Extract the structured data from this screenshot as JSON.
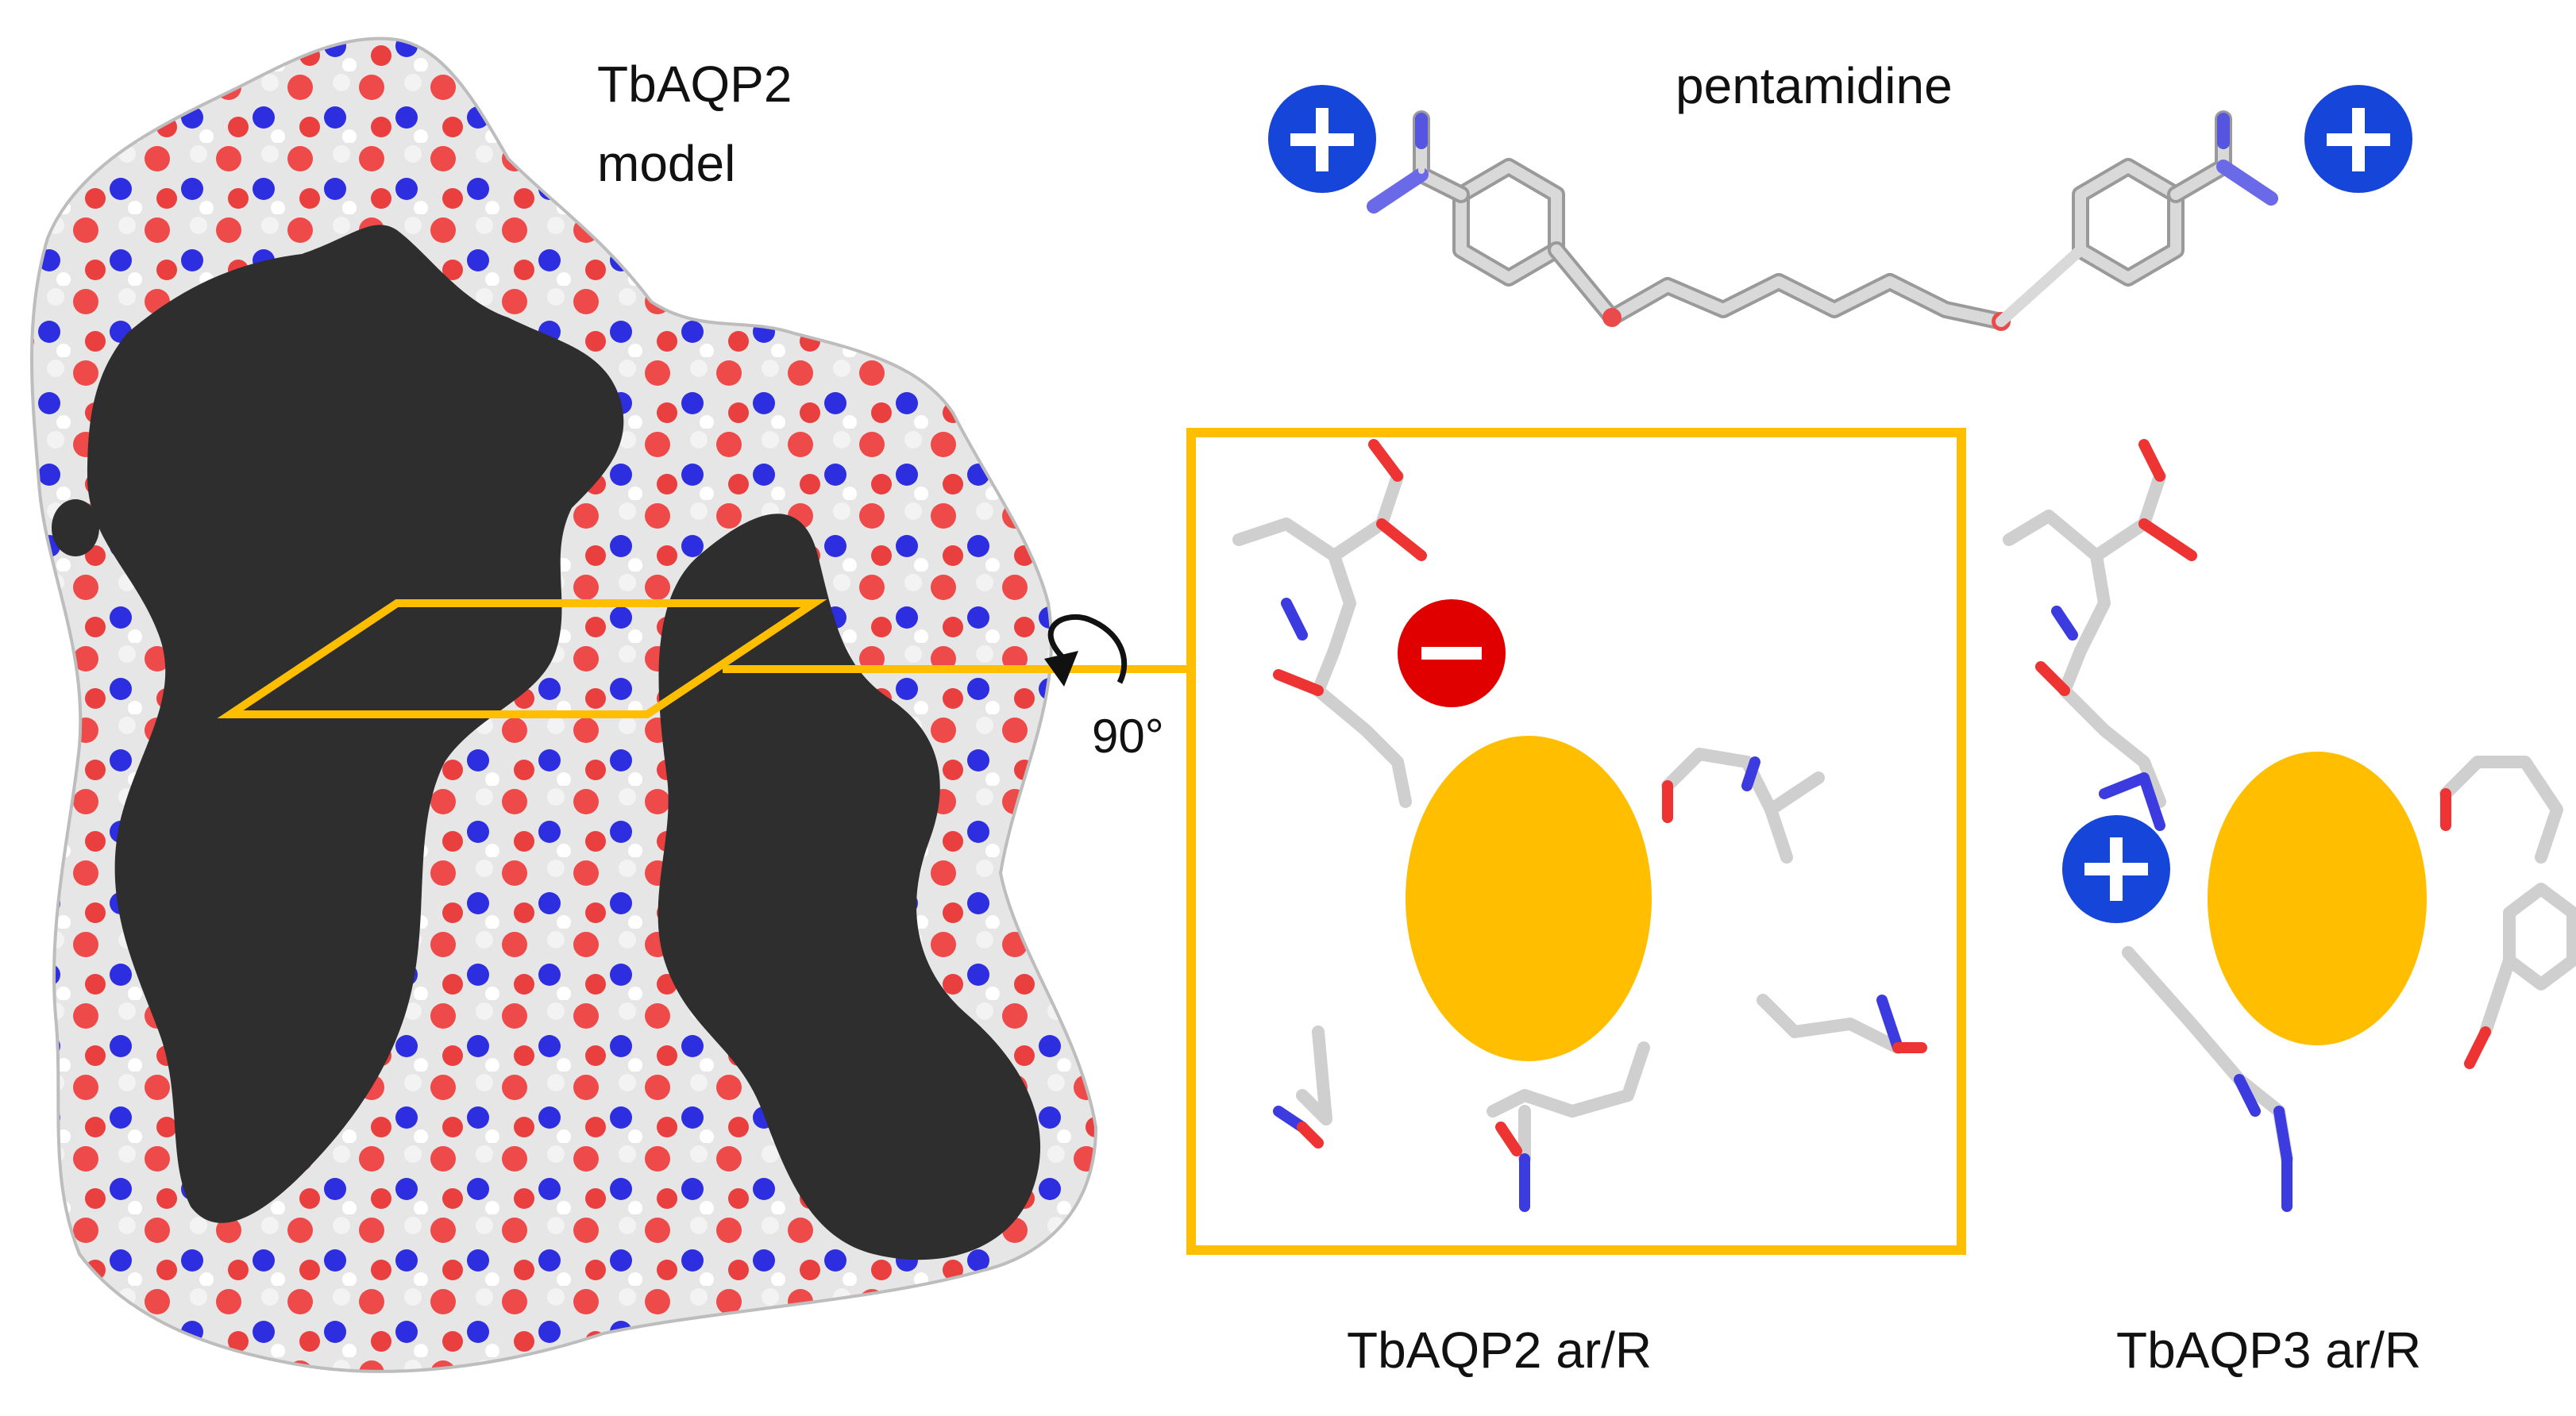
{
  "labels": {
    "model_title_line1": "TbAQP2",
    "model_title_line2": "model",
    "ligand_name": "pentamidine",
    "rotation": "90°",
    "panel_aqp2": "TbAQP2 ar/R",
    "panel_aqp3": "TbAQP3 ar/R"
  },
  "charges": {
    "positive_symbol": "+",
    "negative_symbol": "–"
  },
  "colors": {
    "accent_orange": "#FFBE00",
    "positive_blue": "#1646D9",
    "negative_red": "#E00000",
    "oxygen_red": "#E8393A",
    "nitrogen_blue": "#2B3BE0",
    "carbon_gray": "#CFCFCF",
    "cutaway_dark": "#2e2e2e"
  }
}
